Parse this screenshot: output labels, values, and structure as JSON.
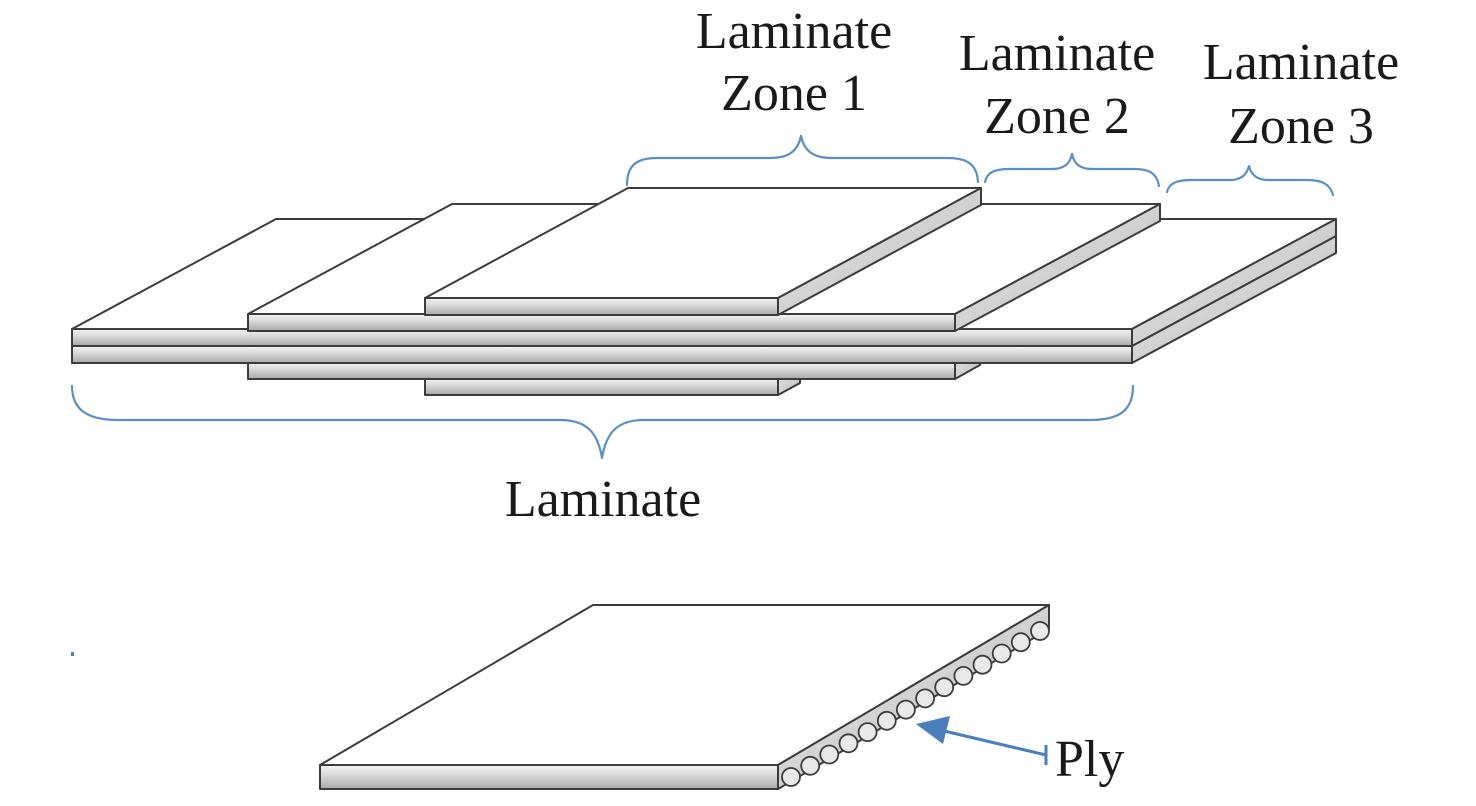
{
  "labels": {
    "zone1_line1": "Laminate",
    "zone1_line2": "Zone 1",
    "zone2_line1": "Laminate",
    "zone2_line2": "Zone 2",
    "zone3_line1": "Laminate",
    "zone3_line2": "Zone 3",
    "laminate": "Laminate",
    "ply": "Ply"
  },
  "colors": {
    "brace": "#5b8ec4",
    "arrow": "#4a7fba",
    "outline": "#3c3c3c"
  }
}
